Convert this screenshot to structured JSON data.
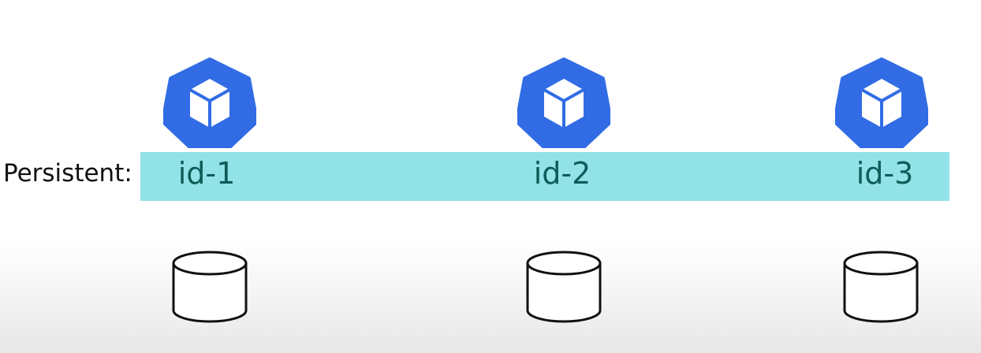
{
  "diagram": {
    "label": "Persistent:",
    "band_color": "#92e3e8",
    "pod_color": "#326ce5",
    "nodes": [
      {
        "id": "id-1",
        "pod_icon": "kubernetes-pod-icon",
        "volume_icon": "database-cylinder-icon"
      },
      {
        "id": "id-2",
        "pod_icon": "kubernetes-pod-icon",
        "volume_icon": "database-cylinder-icon"
      },
      {
        "id": "id-3",
        "pod_icon": "kubernetes-pod-icon",
        "volume_icon": "database-cylinder-icon"
      }
    ]
  }
}
